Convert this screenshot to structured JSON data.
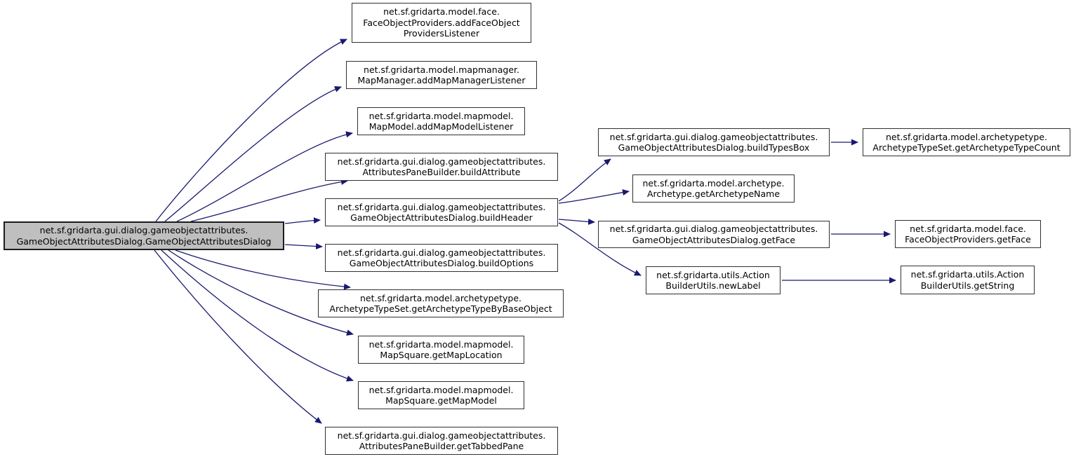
{
  "diagram": {
    "type": "call-graph",
    "background_color": "#ffffff",
    "edge_color": "#191970",
    "node_border_color": "#303030",
    "node_fill_color": "#ffffff",
    "highlight_fill_color": "#bfbfbf"
  },
  "nodes": {
    "main": {
      "label": "net.sf.gridarta.gui.dialog.gameobjectattributes.\nGameObjectAttributesDialog.GameObjectAttributesDialog"
    },
    "add_face_object_providers_listener": {
      "label": "net.sf.gridarta.model.face.\nFaceObjectProviders.addFaceObject\nProvidersListener"
    },
    "add_map_manager_listener": {
      "label": "net.sf.gridarta.model.mapmanager.\nMapManager.addMapManagerListener"
    },
    "add_map_model_listener": {
      "label": "net.sf.gridarta.model.mapmodel.\nMapModel.addMapModelListener"
    },
    "build_attribute": {
      "label": "net.sf.gridarta.gui.dialog.gameobjectattributes.\nAttributesPaneBuilder.buildAttribute"
    },
    "build_header": {
      "label": "net.sf.gridarta.gui.dialog.gameobjectattributes.\nGameObjectAttributesDialog.buildHeader"
    },
    "build_options": {
      "label": "net.sf.gridarta.gui.dialog.gameobjectattributes.\nGameObjectAttributesDialog.buildOptions"
    },
    "get_archetype_type_by_base_object": {
      "label": "net.sf.gridarta.model.archetypetype.\nArchetypeTypeSet.getArchetypeTypeByBaseObject"
    },
    "get_map_location": {
      "label": "net.sf.gridarta.model.mapmodel.\nMapSquare.getMapLocation"
    },
    "get_map_model": {
      "label": "net.sf.gridarta.model.mapmodel.\nMapSquare.getMapModel"
    },
    "get_tabbed_pane": {
      "label": "net.sf.gridarta.gui.dialog.gameobjectattributes.\nAttributesPaneBuilder.getTabbedPane"
    },
    "build_types_box": {
      "label": "net.sf.gridarta.gui.dialog.gameobjectattributes.\nGameObjectAttributesDialog.buildTypesBox"
    },
    "get_archetype_name": {
      "label": "net.sf.gridarta.model.archetype.\nArchetype.getArchetypeName"
    },
    "dialog_get_face": {
      "label": "net.sf.gridarta.gui.dialog.gameobjectattributes.\nGameObjectAttributesDialog.getFace"
    },
    "new_label": {
      "label": "net.sf.gridarta.utils.Action\nBuilderUtils.newLabel"
    },
    "get_archetype_type_count": {
      "label": "net.sf.gridarta.model.archetypetype.\nArchetypeTypeSet.getArchetypeTypeCount"
    },
    "face_object_providers_get_face": {
      "label": "net.sf.gridarta.model.face.\nFaceObjectProviders.getFace"
    },
    "get_string": {
      "label": "net.sf.gridarta.utils.Action\nBuilderUtils.getString"
    }
  },
  "edges": [
    {
      "from": "main",
      "to": "add_face_object_providers_listener"
    },
    {
      "from": "main",
      "to": "add_map_manager_listener"
    },
    {
      "from": "main",
      "to": "add_map_model_listener"
    },
    {
      "from": "main",
      "to": "build_attribute"
    },
    {
      "from": "main",
      "to": "build_header"
    },
    {
      "from": "main",
      "to": "build_options"
    },
    {
      "from": "main",
      "to": "get_archetype_type_by_base_object"
    },
    {
      "from": "main",
      "to": "get_map_location"
    },
    {
      "from": "main",
      "to": "get_map_model"
    },
    {
      "from": "main",
      "to": "get_tabbed_pane"
    },
    {
      "from": "build_header",
      "to": "build_types_box"
    },
    {
      "from": "build_header",
      "to": "get_archetype_name"
    },
    {
      "from": "build_header",
      "to": "dialog_get_face"
    },
    {
      "from": "build_header",
      "to": "new_label"
    },
    {
      "from": "build_types_box",
      "to": "get_archetype_type_count"
    },
    {
      "from": "dialog_get_face",
      "to": "face_object_providers_get_face"
    },
    {
      "from": "new_label",
      "to": "get_string"
    }
  ]
}
